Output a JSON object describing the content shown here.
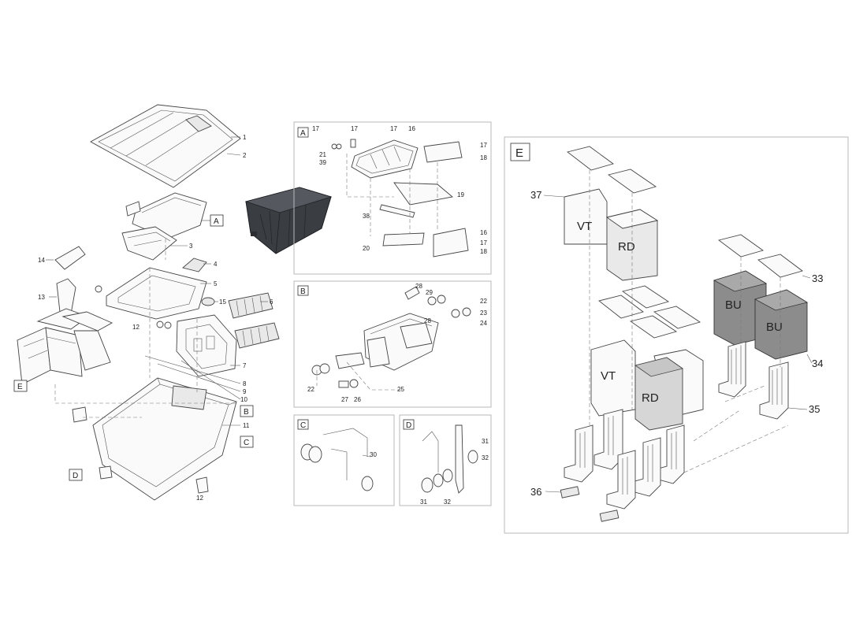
{
  "diagram": {
    "main_callouts": [
      "1",
      "2",
      "3",
      "4",
      "5",
      "6",
      "7",
      "8",
      "9",
      "10",
      "11",
      "12",
      "12",
      "13",
      "14",
      "15"
    ],
    "main_tags": [
      "A",
      "B",
      "C",
      "D",
      "E"
    ],
    "panel_a": {
      "tag": "A",
      "callouts": [
        "17",
        "17",
        "17",
        "16",
        "21",
        "39",
        "17",
        "18",
        "19",
        "38",
        "16",
        "17",
        "18",
        "20"
      ]
    },
    "panel_b": {
      "tag": "B",
      "callouts": [
        "28",
        "29",
        "22",
        "23",
        "24",
        "28",
        "22",
        "27",
        "26",
        "25"
      ]
    },
    "panel_c": {
      "tag": "C",
      "callouts": [
        "30"
      ]
    },
    "panel_d": {
      "tag": "D",
      "callouts": [
        "31",
        "32",
        "31",
        "32"
      ]
    },
    "panel_e": {
      "tag": "E",
      "callouts": [
        "37",
        "33",
        "34",
        "35",
        "36"
      ],
      "media": [
        "VT",
        "RD",
        "BU",
        "BU",
        "VT",
        "RD"
      ]
    }
  }
}
